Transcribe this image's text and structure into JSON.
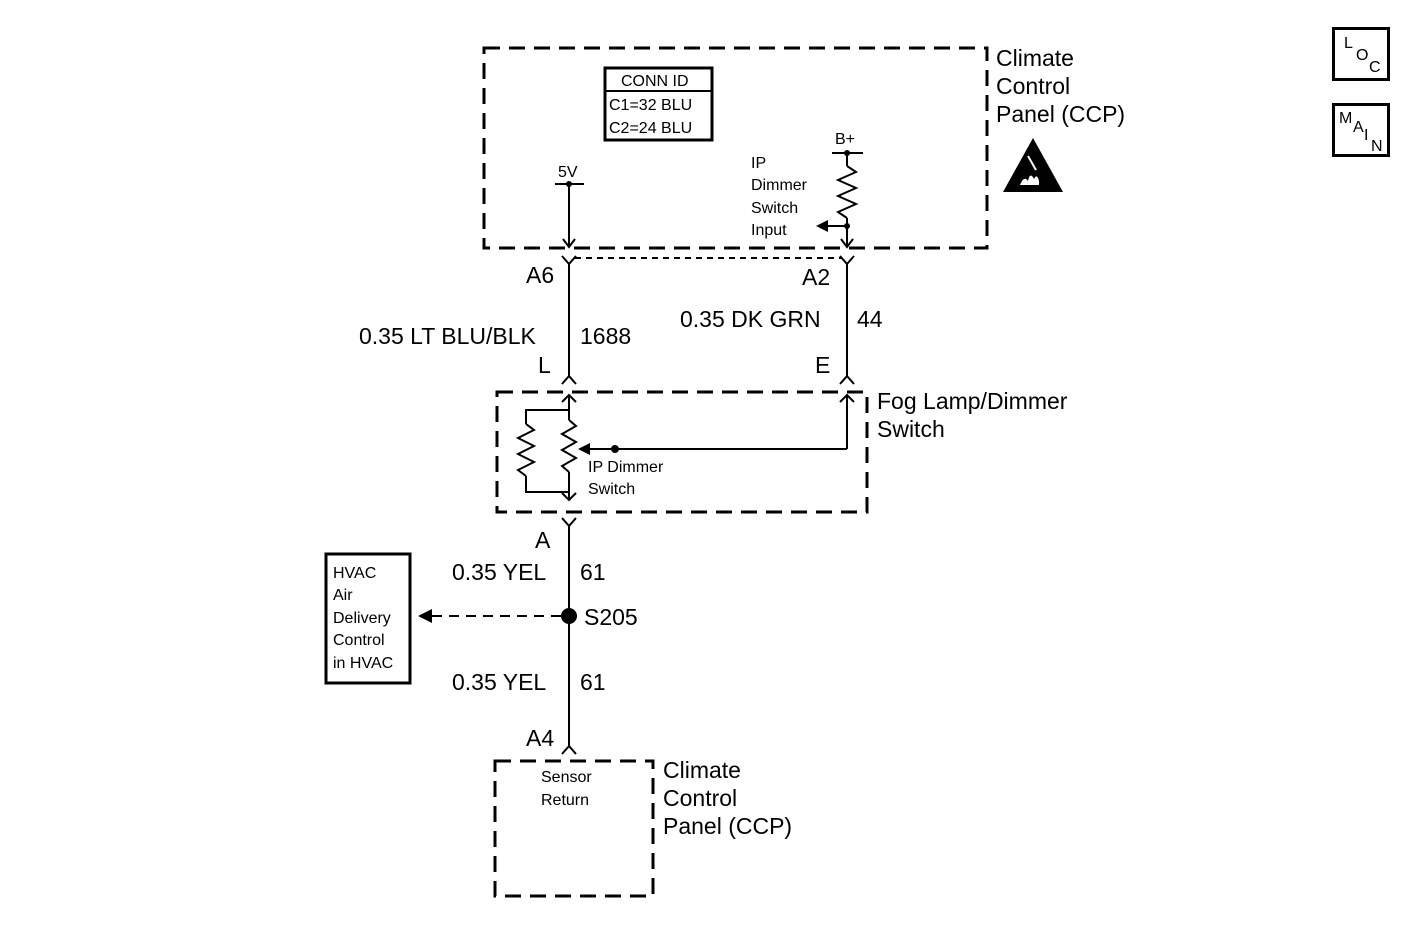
{
  "ccp_top": {
    "title_lines": [
      "Climate",
      "Control",
      "Panel (CCP)"
    ],
    "conn_id": {
      "header": "CONN ID",
      "rows": [
        "C1=32 BLU",
        "C2=24 BLU"
      ]
    },
    "five_v": "5V",
    "b_plus": "B+",
    "ip_input_lines": [
      "IP",
      "Dimmer",
      "Switch",
      "Input"
    ],
    "esd_icon": "esd-warning-icon"
  },
  "wires": {
    "left_pin_top": "A6",
    "left_wire": "0.35 LT BLU/BLK",
    "left_circuit": "1688",
    "left_pin_bottom": "L",
    "right_pin_top": "A2",
    "right_wire": "0.35 DK GRN",
    "right_circuit": "44",
    "right_pin_bottom": "E",
    "lower_pin_top": "A",
    "lower_wire_1": "0.35 YEL",
    "lower_circuit_1": "61",
    "splice": "S205",
    "lower_wire_2": "0.35 YEL",
    "lower_circuit_2": "61",
    "lower_pin_bottom": "A4"
  },
  "fog_switch": {
    "title_lines": [
      "Fog Lamp/Dimmer",
      "Switch"
    ],
    "ip_dimmer_lines": [
      "IP Dimmer",
      "Switch"
    ]
  },
  "hvac_box": {
    "lines": [
      "HVAC",
      "Air",
      "Delivery",
      "Control",
      "in HVAC"
    ]
  },
  "ccp_bottom": {
    "title_lines": [
      "Climate",
      "Control",
      "Panel (CCP)"
    ],
    "sensor_lines": [
      "Sensor",
      "Return"
    ]
  },
  "nav": {
    "loc": [
      "L",
      "O",
      "C"
    ],
    "main": [
      "M",
      "A",
      "I",
      "N"
    ]
  }
}
